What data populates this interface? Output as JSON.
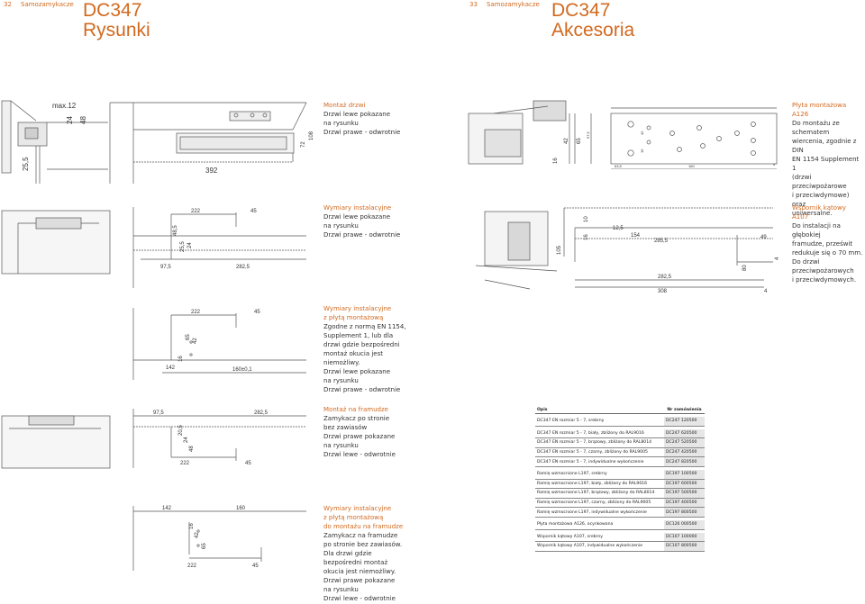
{
  "left_page": {
    "page_number": "32",
    "section": "Samozamykacze",
    "title_line1": "DC347",
    "title_line2": "Rysunki",
    "captions": [
      {
        "heading": "Montaż drzwi",
        "lines": [
          "Drzwi lewe pokazane",
          "na rysunku",
          "Drzwi prawe - odwrotnie"
        ]
      },
      {
        "heading": "Wymiary instalacyjne",
        "lines": [
          "Drzwi lewe pokazane",
          "na rysunku",
          "Drzwi prawe - odwrotnie"
        ]
      },
      {
        "heading": "Wymiary instalacyjne",
        "heading2": "z płytą montażową",
        "lines": [
          "Zgodne z normą EN 1154,",
          "Supplement 1, lub dla",
          "drzwi gdzie bezpośredni",
          "montaż okucia jest",
          "niemożliwy.",
          "Drzwi lewe pokazane",
          "na rysunku",
          "Drzwi prawe - odwrotnie"
        ]
      },
      {
        "heading": "Montaż na framudze",
        "lines": [
          "Zamykacz po stronie",
          "bez zawiasów",
          "Drzwi prawe pokazane",
          "na rysunku",
          "Drzwi lewe - odwrotnie"
        ]
      },
      {
        "heading": "Wymiary instalacyjne",
        "heading2": "z płytą montażową",
        "heading3": "do montażu na framudze",
        "lines": [
          "Zamykacz na framudze",
          "po stronie bez zawiasów.",
          "Dla drzwi gdzie",
          "bezpośredni montaż",
          "okucia jest niemożliwy.",
          "Drzwi prawe pokazane",
          "na rysunku",
          "Drzwi lewe - odwrotnie"
        ]
      }
    ],
    "dims": {
      "d1": [
        "max.12",
        "24",
        "48",
        "25,5",
        "392",
        "72",
        "108"
      ],
      "d2": [
        "222",
        "45",
        "48,5",
        "25,5",
        "24",
        "97,5",
        "282,5"
      ],
      "d3": [
        "222",
        "45",
        "65",
        "42",
        "16",
        "142",
        "160±0,1"
      ],
      "d4": [
        "97,5",
        "282,5",
        "20,5",
        "24",
        "48",
        "222",
        "45"
      ],
      "d5": [
        "142",
        "160",
        "16",
        "42",
        "65",
        "222",
        "45"
      ]
    }
  },
  "right_page": {
    "page_number": "33",
    "section": "Samozamykacze",
    "title_line1": "DC347",
    "title_line2": "Akcesoria",
    "captions": [
      {
        "heading": "Płyta montażowa A126",
        "lines": [
          "Do montażu ze schematem",
          "wiercenia, zgodnie z DIN",
          "EN 1154 Supplement 1",
          "(drzwi przeciwpożarowe",
          "i przeciwdymowe) oraz",
          "uniwersalne."
        ]
      },
      {
        "heading": "Wspornik kątowy A107",
        "lines": [
          "Do instalacji na głębokiej",
          "framudze, prześwit",
          "redukuje się o 70 mm.",
          "Do drzwi",
          "przeciwpożarowych",
          "i przeciwdymowych."
        ]
      }
    ],
    "dims": {
      "plate": [
        "42",
        "65",
        "16",
        "57,5",
        "42",
        "16",
        "63,5",
        "160",
        "4"
      ],
      "bracket": [
        "105",
        "16",
        "10",
        "12,5",
        "154",
        "285,5",
        "49",
        "80",
        "4",
        "282,5",
        "308",
        "4"
      ]
    },
    "table": {
      "headers": [
        "Opis",
        "Nr zamówienia"
      ],
      "groups": [
        [
          [
            "DC347 EN rozmiar 5 - 7, srebrny",
            "DC247 120500"
          ]
        ],
        [
          [
            "DC347 EN rozmiar 5 - 7, biały, zbliżony do RAL9016",
            "DC247 620500"
          ],
          [
            "DC347 EN rozmiar 5 - 7, brązowy, zbliżony do RAL8014",
            "DC247 520500"
          ],
          [
            "DC347 EN rozmiar 5 - 7, czarny, zbliżony do RAL9005",
            "DC247 420500"
          ],
          [
            "DC347 EN rozmiar 5 - 7, indywidualne wykończenie",
            "DC247 820500"
          ]
        ],
        [
          [
            "Ramię wzmocnione L197, srebrny",
            "DC197 100500"
          ],
          [
            "Ramię wzmocnione L197, biały, zbliżony do RAL9016",
            "DC197 600500"
          ],
          [
            "Ramię wzmocnione L197, brązowy, zbliżony do RAL8014",
            "DC197 500500"
          ],
          [
            "Ramię wzmocnione L197, czarny, zbliżony do RAL9005",
            "DC197 400500"
          ],
          [
            "Ramię wzmocnione L197, indywidualne wykończenie",
            "DC197 800500"
          ]
        ],
        [
          [
            "Płyta montażowa A126, ocynkowana",
            "DC126 000500"
          ]
        ],
        [
          [
            "Wspornik kątowy A107, srebrny",
            "DC107 100000"
          ],
          [
            "Wspornik kątowy A107, indywidualne wykończenie",
            "DC107 800500"
          ]
        ]
      ]
    }
  }
}
